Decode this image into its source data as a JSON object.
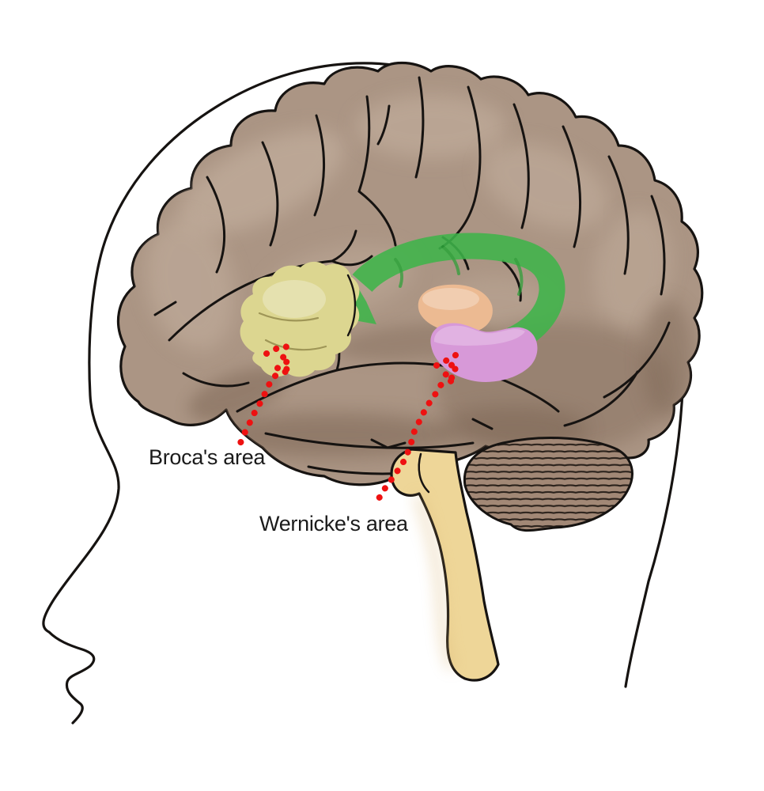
{
  "figure": {
    "description": "Side-profile head diagram showing brain language areas",
    "labels": {
      "broca": "Broca's area",
      "wernicke": "Wernicke's area"
    },
    "colors": {
      "background": "#ffffff",
      "outline": "#161311",
      "brain": "#ab9584",
      "brain_highlight": "#c6b2a1",
      "brain_shadow": "#77604f",
      "cerebellum": "#a28876",
      "brainstem": "#eed698",
      "broca_region": "#dcd690",
      "wernicke_region": "#d799d8",
      "orange_region": "#ecba92",
      "arrow": "#3eb54a",
      "leader_dots": "#ee1111"
    }
  }
}
